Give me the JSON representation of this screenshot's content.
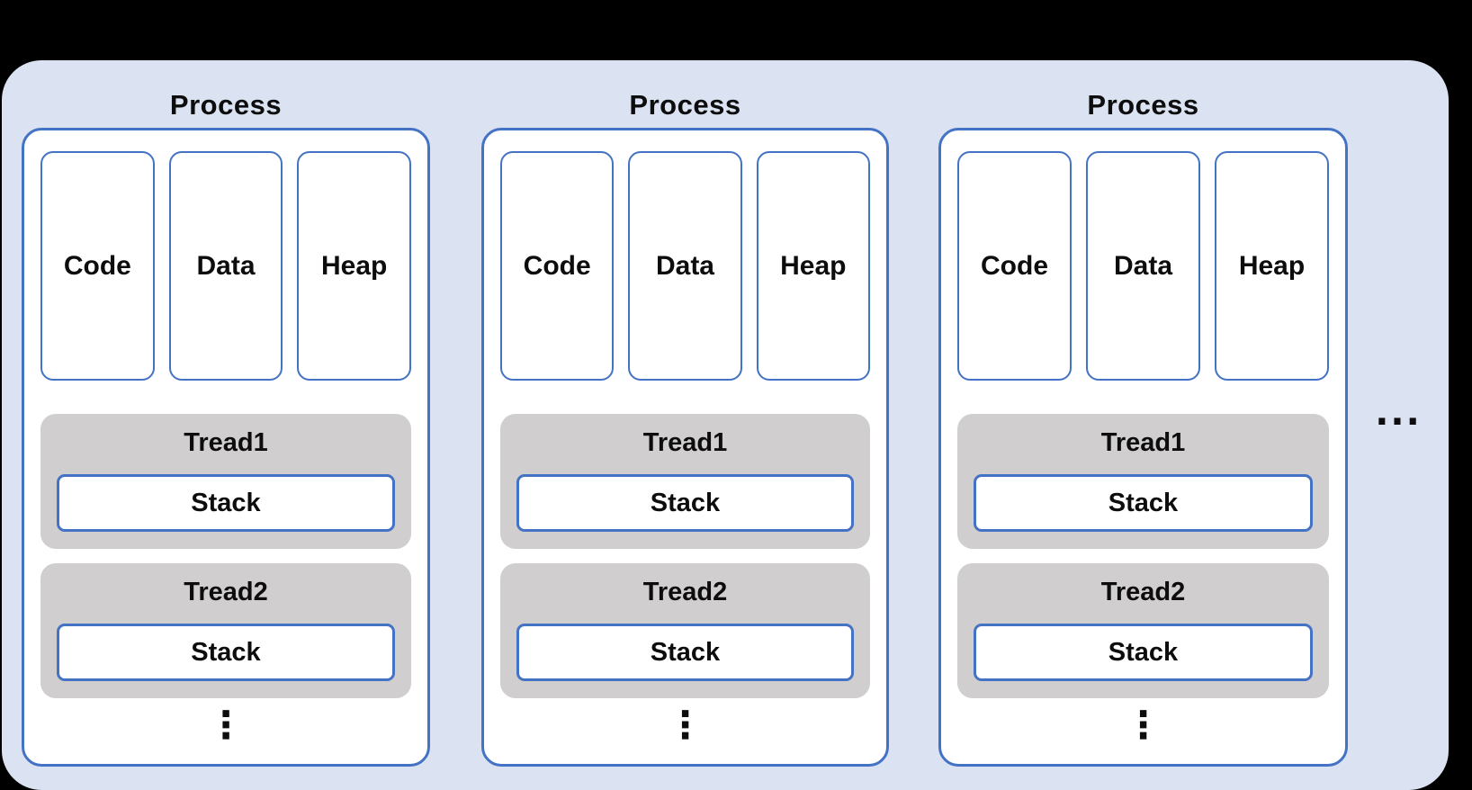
{
  "diagram": {
    "colors": {
      "page_background": "#000000",
      "panel_background": "#dbe3f3",
      "accent_border_blue": "#4472c4",
      "thread_fill_gray": "#d0cece",
      "box_fill_white": "#ffffff",
      "text_color": "#0d0d0d"
    },
    "processes": [
      {
        "title": "Process",
        "segments": [
          "Code",
          "Data",
          "Heap"
        ],
        "threads": [
          {
            "title": "Tread1",
            "stack_label": "Stack"
          },
          {
            "title": "Tread2",
            "stack_label": "Stack"
          }
        ],
        "more_threads_ellipsis": "⋮"
      },
      {
        "title": "Process",
        "segments": [
          "Code",
          "Data",
          "Heap"
        ],
        "threads": [
          {
            "title": "Tread1",
            "stack_label": "Stack"
          },
          {
            "title": "Tread2",
            "stack_label": "Stack"
          }
        ],
        "more_threads_ellipsis": "⋮"
      },
      {
        "title": "Process",
        "segments": [
          "Code",
          "Data",
          "Heap"
        ],
        "threads": [
          {
            "title": "Tread1",
            "stack_label": "Stack"
          },
          {
            "title": "Tread2",
            "stack_label": "Stack"
          }
        ],
        "more_threads_ellipsis": "⋮"
      }
    ],
    "more_processes_ellipsis": "..."
  }
}
